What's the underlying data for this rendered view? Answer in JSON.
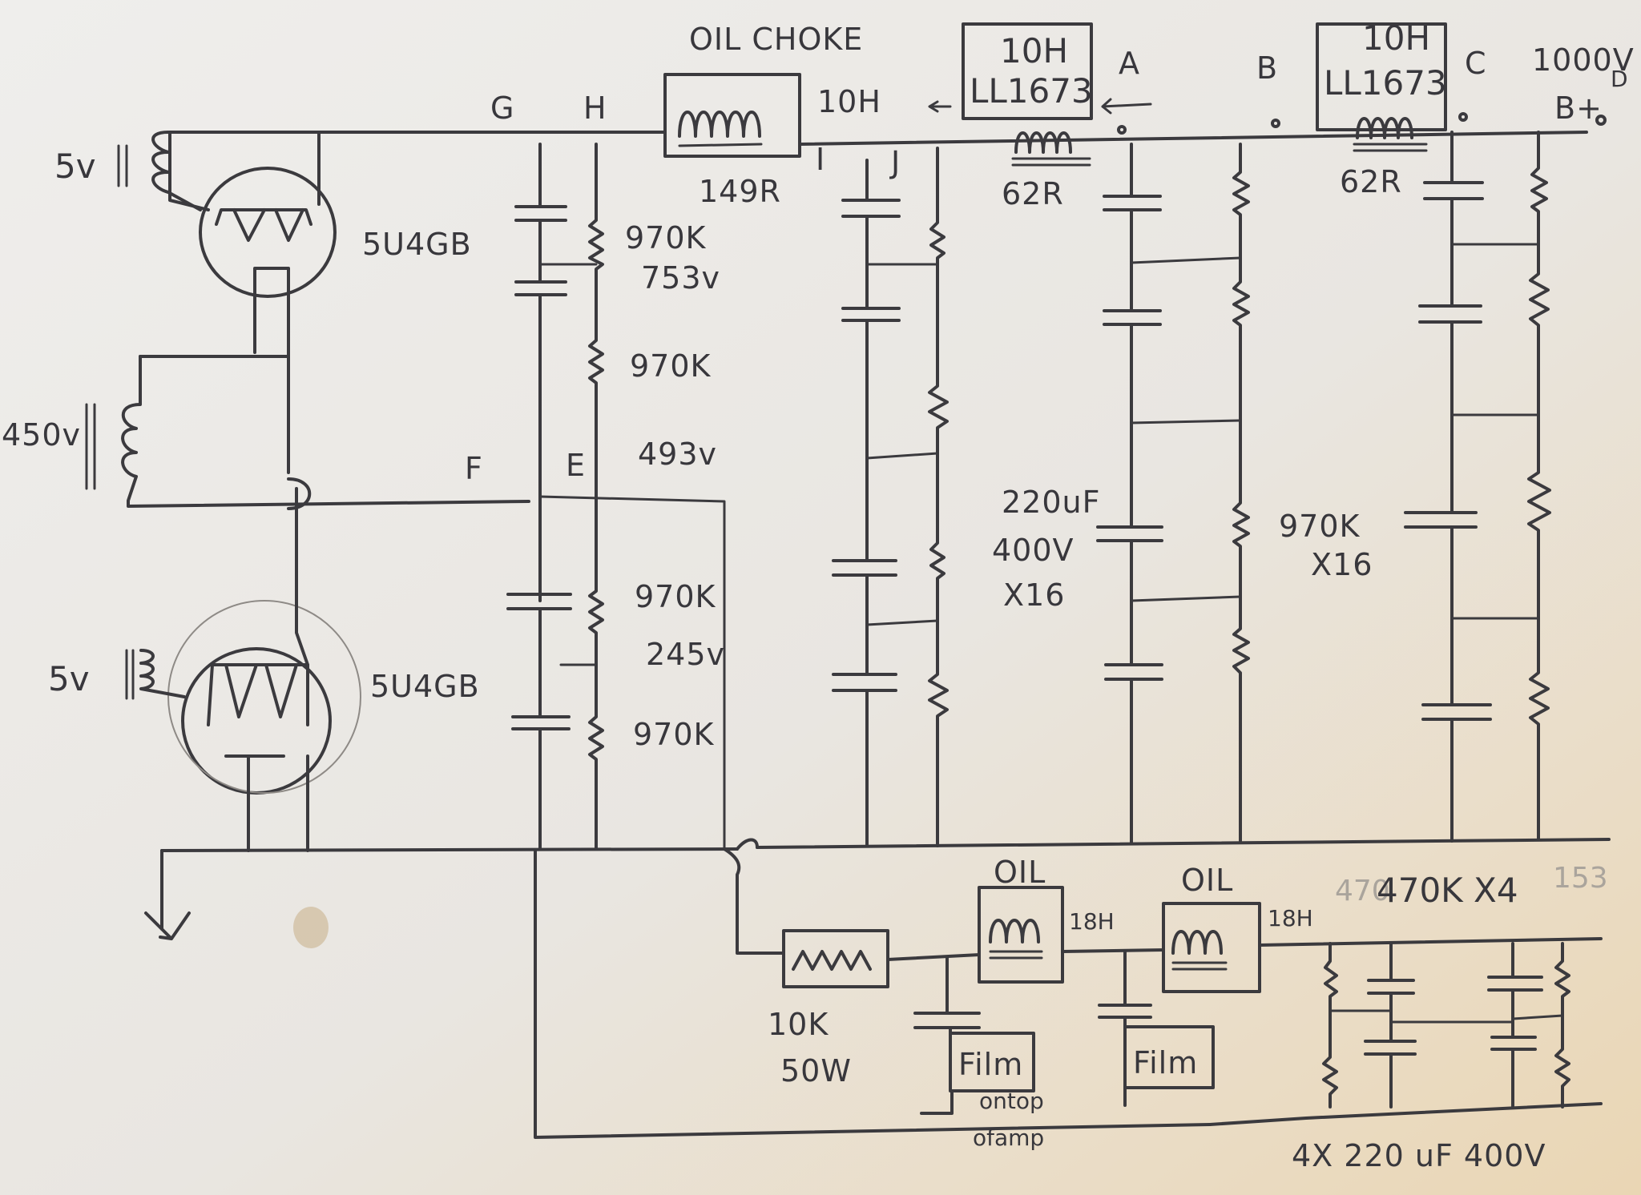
{
  "labels": {
    "oil_choke": "OIL CHOKE",
    "choke_1_ind": "10H",
    "choke_1_res": "149R",
    "choke_2_top": "10H",
    "choke_2_part": "LL1673",
    "choke_2_res": "62R",
    "choke_3_top": "10H",
    "choke_3_part": "LL1673",
    "choke_3_res": "62R",
    "out_voltage": "1000V",
    "bplus": "B+",
    "node_a": "A",
    "node_b": "B",
    "node_c": "C",
    "node_d": "D",
    "node_e": "E",
    "node_f": "F",
    "node_g": "G",
    "node_h": "H",
    "node_i": "I",
    "node_j": "J",
    "fil_top": "5v",
    "fil_bottom": "5v",
    "hv_secondary": "450v",
    "tube_top": "5U4GB",
    "tube_bottom": "5U4GB",
    "res_970k_1": "970K",
    "v_753": "753v",
    "res_970k_2": "970K",
    "v_493": "493v",
    "res_970k_3": "970K",
    "v_245": "245v",
    "res_970k_4": "970K",
    "cap_spec_1": "220uF",
    "cap_spec_2": "400V",
    "cap_spec_3": "X16",
    "res_spec_1": "970K",
    "res_spec_2": "X16",
    "oil_1": "OIL",
    "oil_2": "OIL",
    "choke_18h_1": "18H",
    "choke_18h_2": "18H",
    "res_10k": "10K",
    "res_50w": "50W",
    "film_1": "Film",
    "film_2": "Film",
    "ontop": "ontop",
    "ofamp": "ofamp",
    "res_470k_x4": "470K X4",
    "ghost_470": "470",
    "ghost_153": "153",
    "bottom_caps": "4X  220 uF 400V"
  }
}
